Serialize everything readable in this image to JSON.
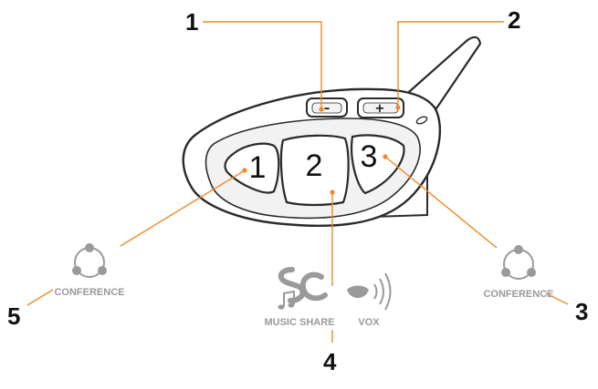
{
  "callouts": {
    "c1": "1",
    "c2": "2",
    "c3": "3",
    "c4": "4",
    "c5": "5"
  },
  "device": {
    "button_left": "1",
    "button_center": "2",
    "button_right": "3",
    "volume_down": "–",
    "volume_up": "+"
  },
  "icons": {
    "left_conference": "CONFERENCE",
    "right_conference": "CONFERENCE",
    "music_share": "MUSIC SHARE",
    "vox": "VOX"
  },
  "colors": {
    "leader": "#f08a24",
    "icon_gray": "#9a9a9a",
    "outline": "#2a2a2a"
  }
}
